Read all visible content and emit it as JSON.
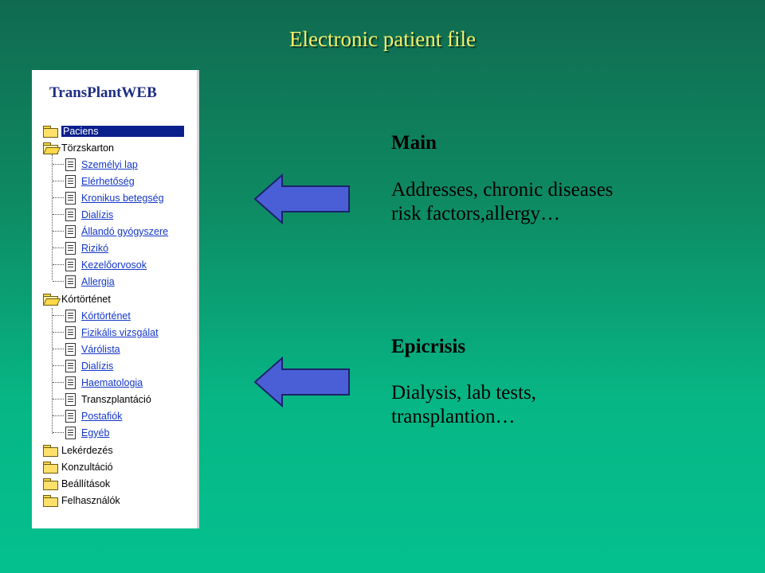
{
  "slide": {
    "title": "Electronic patient file"
  },
  "app": {
    "title": "TransPlantWEB",
    "tree": {
      "paciens": "Paciens",
      "torzskarton": {
        "label": "Törzskarton",
        "items": [
          "Személyi lap",
          "Elérhetőség",
          "Kronikus betegség",
          "Dialízis",
          "Állandó gyógyszere",
          "Rizikó",
          "Kezelőorvosok",
          "Allergia"
        ]
      },
      "kortortenet": {
        "label": "Kórtörténet",
        "items": [
          "Kórtörténet",
          "Fizikális vizsgálat",
          "Várólista",
          "Dialízis",
          "Haematologia",
          "Transzplantáció",
          "Postafiók",
          "Egyéb"
        ]
      },
      "bottom_folders": [
        "Lekérdezés",
        "Konzultáció",
        "Beállítások",
        "Felhasználók"
      ]
    }
  },
  "sections": {
    "main": {
      "heading": "Main",
      "line1": "Addresses, chronic diseases",
      "line2": "risk factors,allergy…"
    },
    "epicrisis": {
      "heading": "Epicrisis",
      "line1": "Dialysis, lab tests,",
      "line2": "transplantion…"
    }
  },
  "colors": {
    "title": "#f4f06a",
    "arrow_fill": "#4a5fd6",
    "selected": "#0a1f8c",
    "link": "#1437c8"
  }
}
